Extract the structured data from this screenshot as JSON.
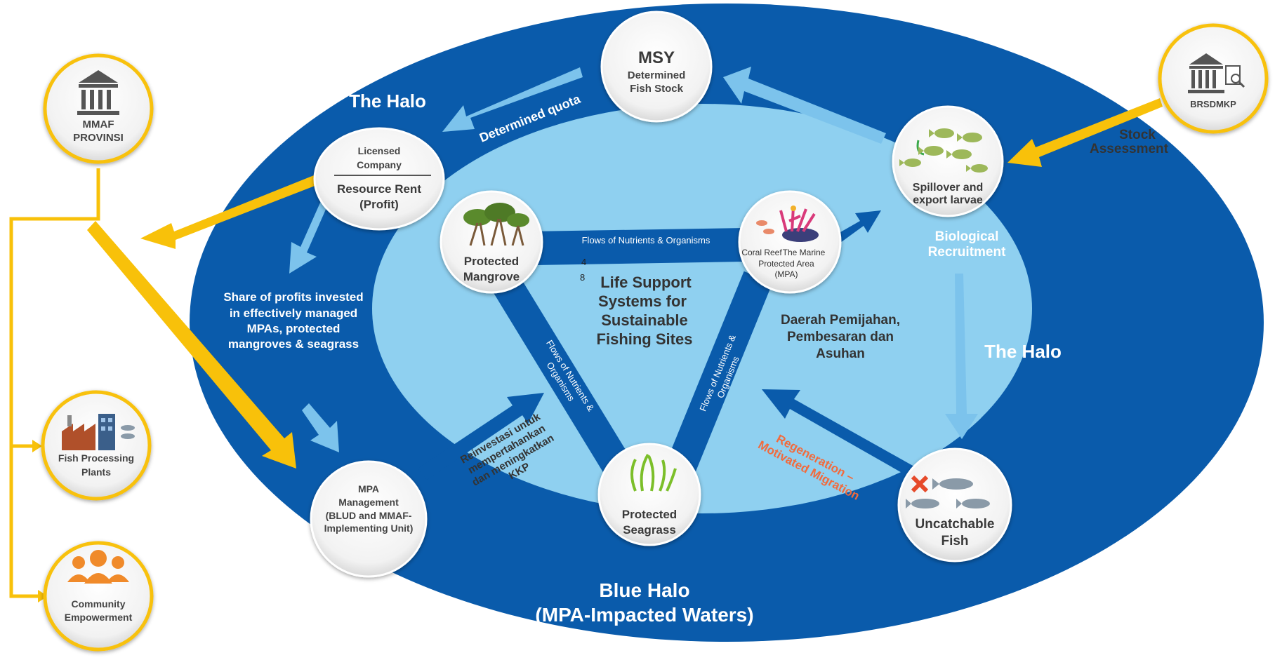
{
  "colors": {
    "outer_ellipse": "#0a5bab",
    "inner_ellipse": "#8fd0f0",
    "triangle_band": "#0a5bab",
    "light_arrow": "#7cc3ec",
    "gold": "#f8c10a",
    "orange_text": "#f26a3c",
    "white_text": "#ffffff",
    "dark_text": "#333333"
  },
  "zones": {
    "halo_top": "The Halo",
    "halo_right": "The Halo",
    "blue_halo_line1": "Blue Halo",
    "blue_halo_line2": "(MPA-Impacted Waters)",
    "center_line1": "Life Support",
    "center_line2": "Systems  for",
    "center_line3": "Sustainable",
    "center_line4": "Fishing Sites",
    "stray_digit_1": "4",
    "stray_digit_2": "8",
    "spawning_line1": "Daerah Pemijahan,",
    "spawning_line2": "Pembesaran dan",
    "spawning_line3": "Asuhan"
  },
  "nodes": {
    "msy": {
      "title": "MSY",
      "line1": "Determined",
      "line2": "Fish Stock"
    },
    "licensed": {
      "line1": "Licensed",
      "line2": "Company",
      "line3": "Resource Rent",
      "line4": "(Profit)"
    },
    "spillover": {
      "line1": "Spillover and",
      "line2": "export larvae",
      "icon": "fish-school-icon"
    },
    "mangrove": {
      "line1": "Protected",
      "line2": "Mangrove",
      "icon": "mangrove-icon"
    },
    "coral": {
      "line1": "Coral Reef",
      "line1_overlap": "The Marine",
      "line2": "Protected Area",
      "line3": "(MPA)",
      "icon": "coral-reef-icon"
    },
    "seagrass": {
      "line1": "Protected",
      "line2": "Seagrass",
      "icon": "seagrass-icon"
    },
    "mpa_mgmt": {
      "line1": "MPA",
      "line2": "Management",
      "line3": "(BLUD and  MMAF-",
      "line4": "Implementing Unit)"
    },
    "uncatchable": {
      "line1": "Uncatchable",
      "line2": "Fish",
      "icon": "prohibited-fish-icon"
    }
  },
  "side_nodes": {
    "mmaf": {
      "line1": "MMAF",
      "line2": "PROVINSI",
      "icon": "government-building-icon"
    },
    "brsdmkp": {
      "label": "BRSDMKP",
      "icon": "government-building-magnifier-icon"
    },
    "fish_plants": {
      "line1": "Fish Processing",
      "line2": "Plants",
      "icon": "factory-icon"
    },
    "community": {
      "line1": "Community",
      "line2": "Empowerment",
      "icon": "people-group-icon"
    }
  },
  "arrow_labels": {
    "determined_quota": "Determined quota",
    "stock_line1": "Stock",
    "stock_line2": "Assessment",
    "bio_line1": "Biological",
    "bio_line2": "Recruitment",
    "share_line1": "Share of profits invested",
    "share_line2": "in effectively managed",
    "share_line3": "MPAs, protected",
    "share_line4": "mangroves & seagrass",
    "reinvest_line1": "Reinvestasi untuk",
    "reinvest_line2": "mempertahankan",
    "reinvest_line3": "dan meningkatkan",
    "reinvest_line4": "KKP",
    "regen_line1": "Regeneration –",
    "regen_line2": "Motivated Migration",
    "flow_top": "Flows of Nutrients & Organisms",
    "flow_left_line1": "Flows of Nutrients &",
    "flow_left_line2": "Organisms",
    "flow_right_line1": "Flows of Nutrients &",
    "flow_right_line2": "Organisms"
  }
}
